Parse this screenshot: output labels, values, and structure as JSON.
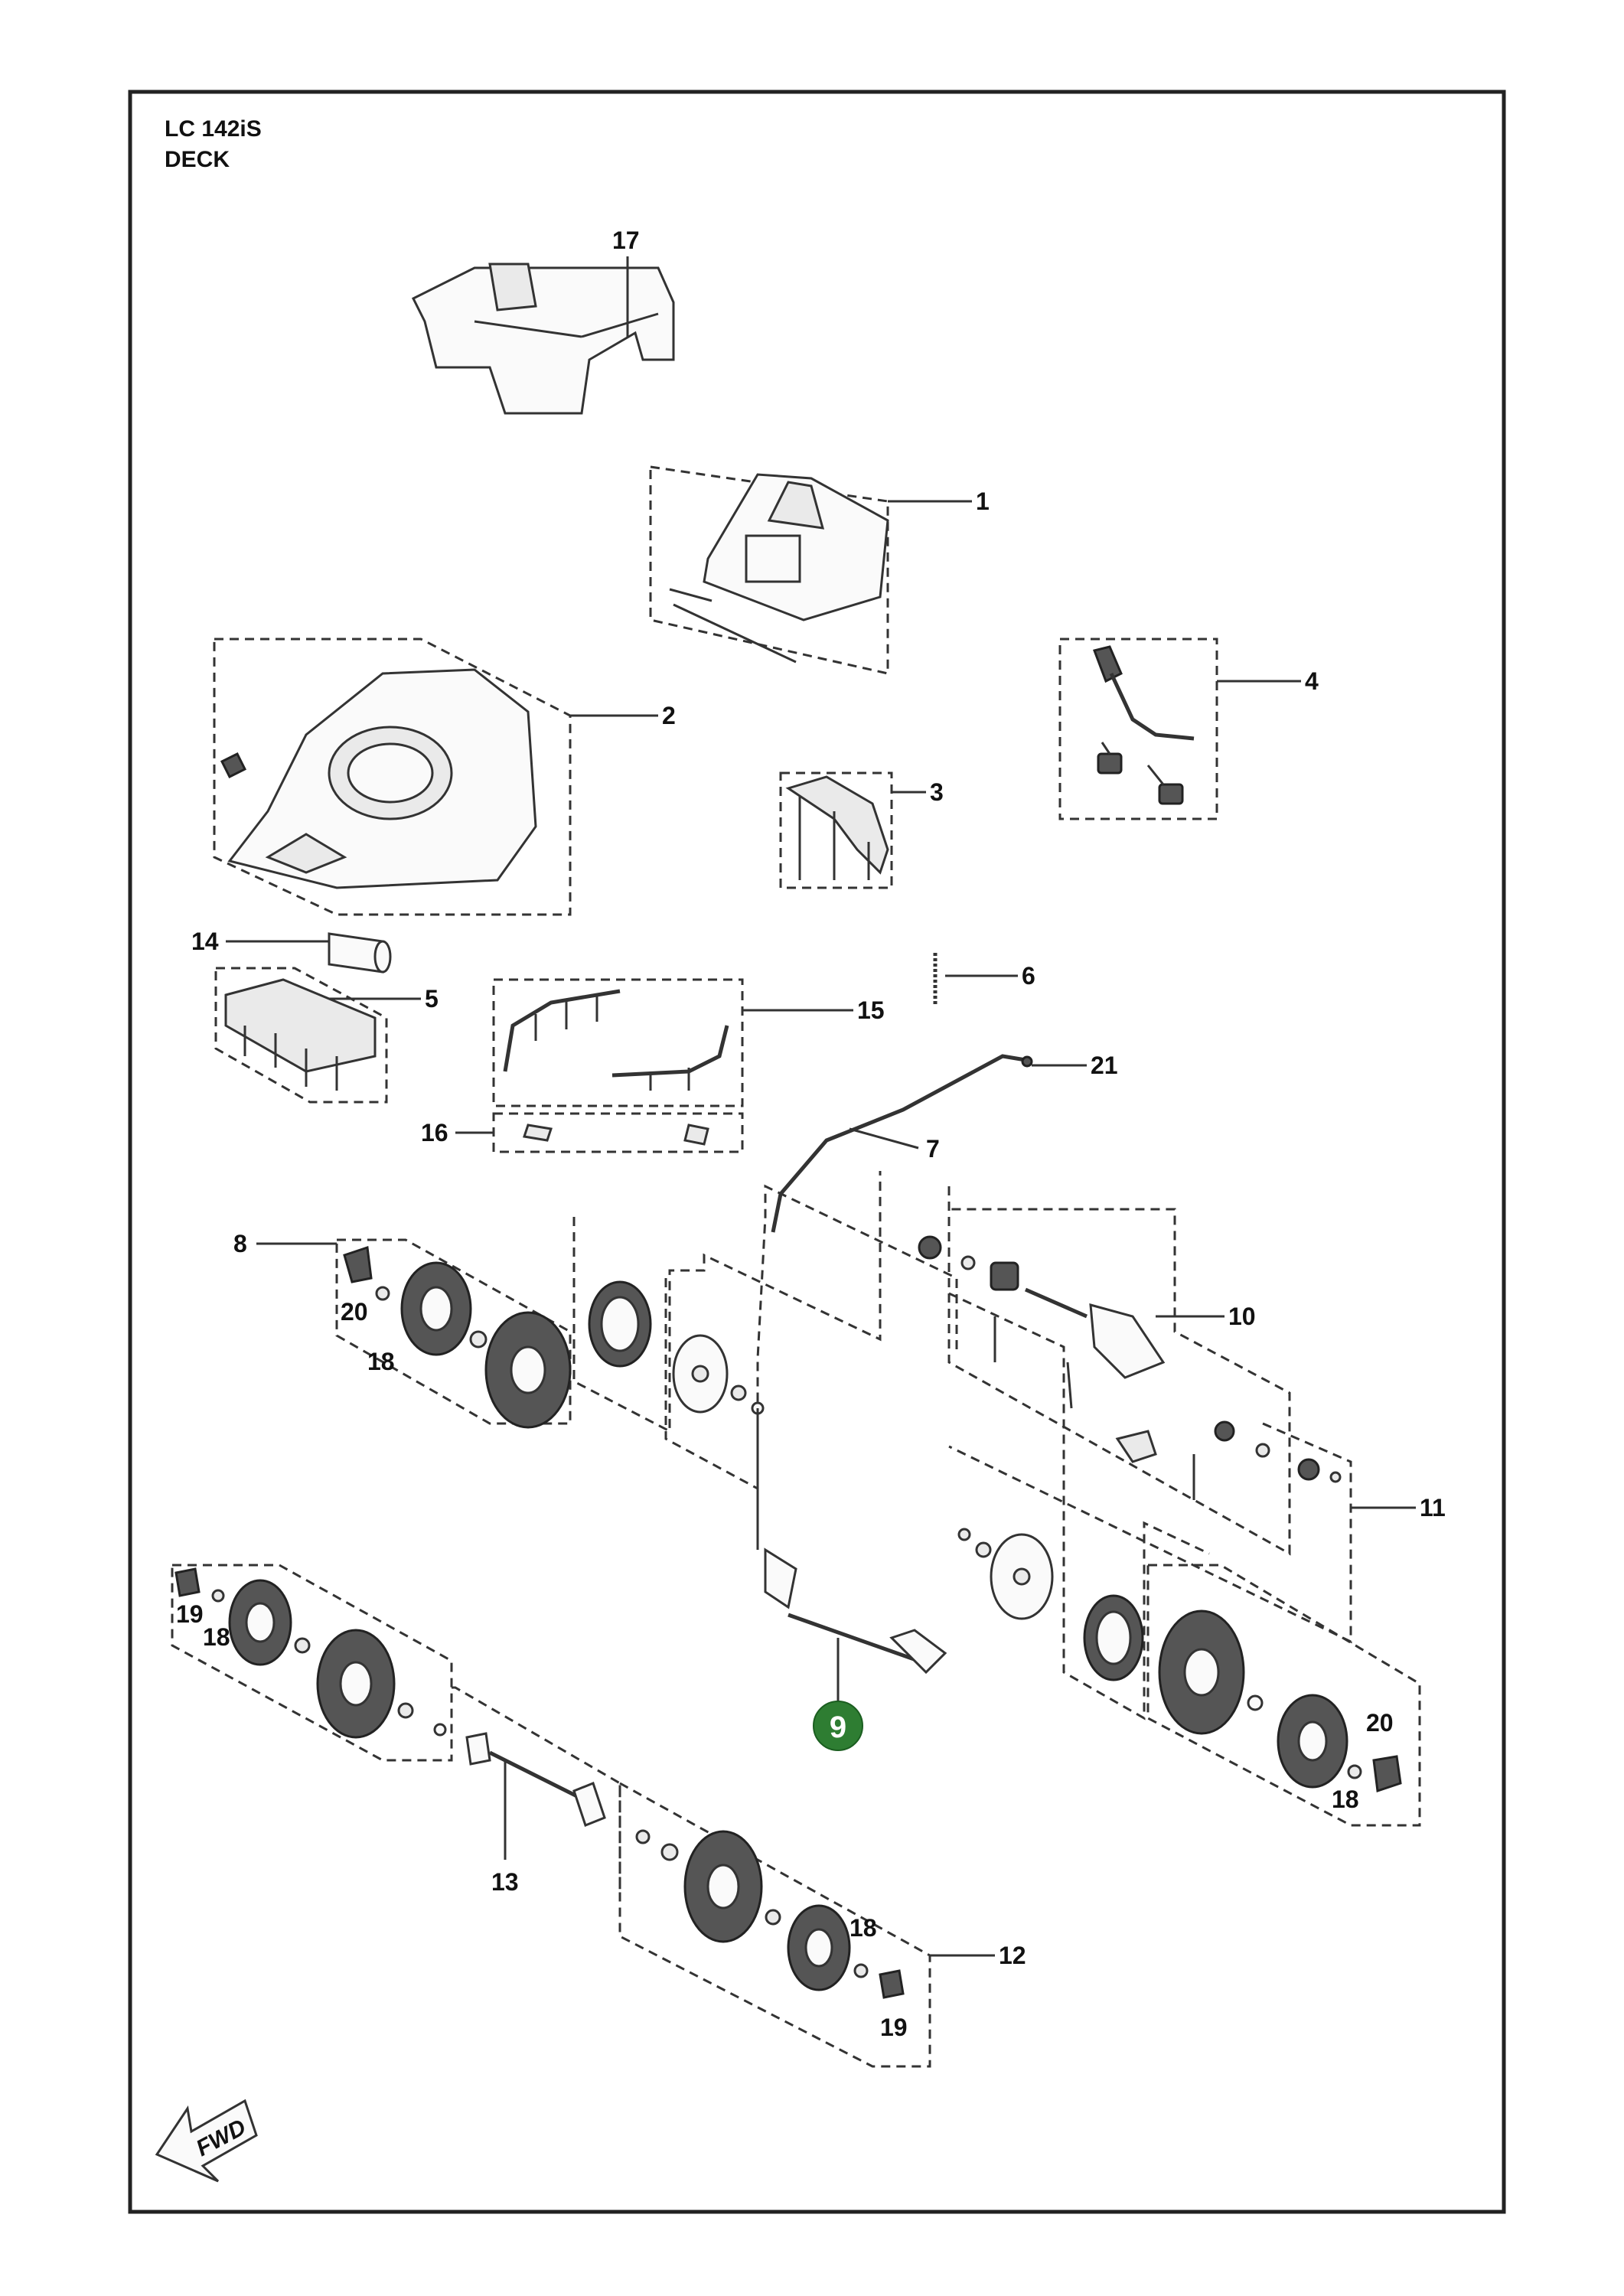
{
  "title": {
    "model": "LC 142iS",
    "section": "DECK"
  },
  "highlighted_part": "9",
  "direction_label": "FWD",
  "callouts": {
    "c1": "1",
    "c2": "2",
    "c3": "3",
    "c4": "4",
    "c5": "5",
    "c6": "6",
    "c7": "7",
    "c8": "8",
    "c10": "10",
    "c11": "11",
    "c12": "12",
    "c13": "13",
    "c14": "14",
    "c15": "15",
    "c16": "16",
    "c17": "17",
    "c18a": "18",
    "c18b": "18",
    "c18c": "18",
    "c18d": "18",
    "c19a": "19",
    "c19b": "19",
    "c20a": "20",
    "c20b": "20",
    "c21": "21"
  },
  "colors": {
    "highlight": "#2e7d32",
    "line": "#333333"
  }
}
